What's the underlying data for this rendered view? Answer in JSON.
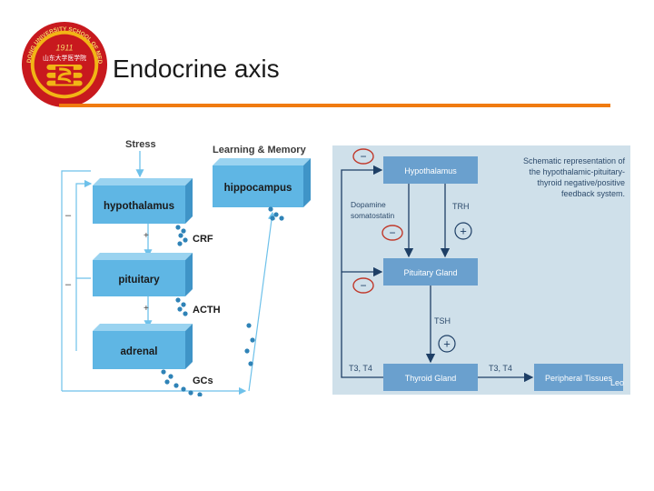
{
  "slide": {
    "title": "Endocrine axis",
    "accent_color": "#f07b10"
  },
  "logo": {
    "top_text": "SHANDONG UNIVERSITY SCHOOL OF MEDICINE",
    "year": "1911",
    "chinese": "山东大学医学院",
    "colors": {
      "ring": "#c8191e",
      "gold": "#f2b515"
    }
  },
  "left_diagram": {
    "stress": "Stress",
    "learning": "Learning & Memory",
    "hippocampus": "hippocampus",
    "hypothalamus": "hypothalamus",
    "pituitary": "pituitary",
    "adrenal": "adrenal",
    "crf": "CRF",
    "acth": "ACTH",
    "gcs": "GCs",
    "plus": "+",
    "minus": "–",
    "colors": {
      "box": "#5fb6e4",
      "line": "#6ec1ea",
      "dot": "#2f83b7"
    }
  },
  "right_diagram": {
    "caption": [
      "Schematic representation of",
      "the hypothalamic-pituitary-",
      "thyroid negative/positive",
      "feedback system."
    ],
    "hypothalamus": "Hypothalamus",
    "dopamine": "Dopamine",
    "somatostatin": "somatostatin",
    "trh": "TRH",
    "pituitary_gland": "Pituitary Gland",
    "tsh": "TSH",
    "t3t4_left": "T3, T4",
    "t3t4_right": "T3, T4",
    "thyroid_gland": "Thyroid Gland",
    "peripheral": "Peripheral Tissues",
    "watermark": "Leo",
    "plus": "+",
    "minus": "−",
    "colors": {
      "bg": "#cfe0ea",
      "box": "#6aa0ce",
      "arrow": "#1e3f66",
      "minus_ring": "#c0392b",
      "caption": "#2c4a6b"
    }
  }
}
